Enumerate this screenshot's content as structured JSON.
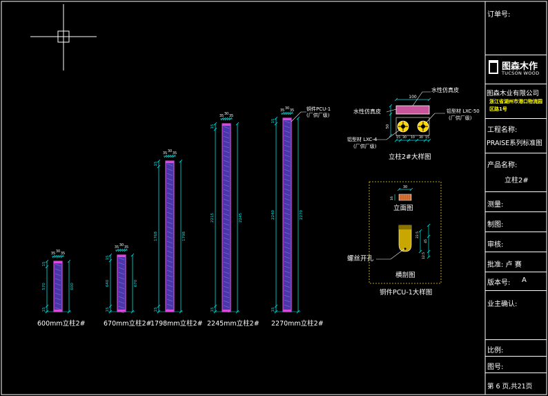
{
  "colors": {
    "background": "#000000",
    "dimension": "#00e5e5",
    "column_fill": "#4a36a8",
    "column_edge": "#d84adc",
    "detail_yellow": "#ffd700",
    "outline": "#ffffff"
  },
  "columns": [
    {
      "caption": "600mm立柱2#",
      "dim_total": "600",
      "dim_inner": "570",
      "dim_top": "15",
      "dim_bottom": "15",
      "w_left": "35",
      "w_mid": "30",
      "w_right": "35"
    },
    {
      "caption": "670mm立柱2#",
      "dim_total": "670",
      "dim_inner": "640",
      "dim_top": "15",
      "dim_bottom": "15",
      "w_left": "35",
      "w_mid": "30",
      "w_right": "35"
    },
    {
      "caption": "1798mm立柱2#",
      "dim_total": "1798",
      "dim_inner": "1768",
      "dim_top": "15",
      "dim_bottom": "15",
      "w_left": "35",
      "w_mid": "30",
      "w_right": "35"
    },
    {
      "caption": "2245mm立柱2#",
      "dim_total": "2245",
      "dim_inner": "2215",
      "dim_top": "15",
      "dim_bottom": "15",
      "w_left": "35",
      "w_mid": "30",
      "w_right": "35"
    },
    {
      "caption": "2270mm立柱2#",
      "dim_total": "2270",
      "dim_inner": "2240",
      "dim_top": "15",
      "dim_bottom": "15",
      "w_left": "35",
      "w_mid": "30",
      "w_right": "35",
      "note1": "铜件PCU-1",
      "note2": "(厂供厂级)"
    }
  ],
  "detail_section": {
    "caption": "立柱2#大样图",
    "width_dim": "100",
    "label_veneer_top": "水性仿真皮",
    "label_veneer_left": "水性仿真皮",
    "label_alu_right": "铝型材 LXC-50",
    "label_alu_right_sub": "(厂供厂级)",
    "label_alu_left": "铝型材 LXC-4",
    "label_alu_left_sub": "(厂供厂级)",
    "dims_bottom": [
      "15",
      "30",
      "10",
      "30",
      "15"
    ],
    "dim_side": "50"
  },
  "detail_pcu": {
    "caption": "铜件PCU-1大样图",
    "elevation_caption": "立面图",
    "section_caption": "横剖图",
    "screw_label": "螺丝开孔",
    "dim_top": "30",
    "dim_side": "16",
    "dims_right": [
      "22.5",
      "45",
      "12.5"
    ]
  },
  "title_block": {
    "order_no": "订单号:",
    "logo_main": "图森木作",
    "logo_sub": "TUCSON WOOD",
    "company": "图森木业有限公司",
    "address": "浙江省湖州市港口物流园区路1号",
    "project_label": "工程名称:",
    "project_name": "PRAISE系列标准图",
    "product_label": "产品名称:",
    "product_name": "立柱2#",
    "measure": "测量:",
    "draw": "制图:",
    "review": "审核:",
    "approve": "批准: 卢  赛",
    "version": "版本号:",
    "version_value": "A",
    "owner": "业主确认:",
    "scale": "比例:",
    "drawing_no": "图号:",
    "page_label": "第  6   页,共21页"
  }
}
